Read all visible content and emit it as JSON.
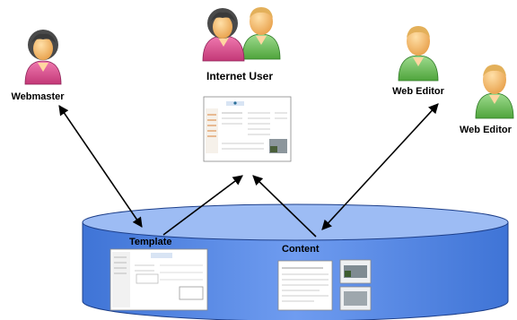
{
  "actors": {
    "webmaster": "Webmaster",
    "internet_user": "Internet User",
    "web_editor_1": "Web  Editor",
    "web_editor_2": "Web Editor"
  },
  "database": {
    "template_label": "Template",
    "content_label": "Content"
  }
}
